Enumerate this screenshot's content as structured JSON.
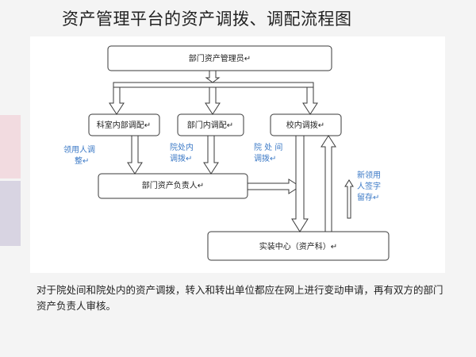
{
  "title": "资产管理平台的资产调拨、调配流程图",
  "boxes": {
    "admin": "部门资产管理员↵",
    "section": "科室内部调配↵",
    "dept": "部门内调配↵",
    "campus": "校内调拨↵",
    "owner": "部门资产负责人↵",
    "center": "实装中心（资产科）↵"
  },
  "notes": {
    "user_adjust": [
      "领用人调",
      "整↵"
    ],
    "within_hospital": [
      "院处内",
      "调拨↵"
    ],
    "between_hospitals": [
      "院 处 间",
      "调拨↵"
    ],
    "new_user_sign": [
      "新领用",
      "人签字",
      "留存↵"
    ]
  },
  "caption": "对于院处间和院处内的资产调拨，转入和转出单位都应在网上进行变动申请，再有双方的部门资产负责人审核。",
  "colors": {
    "stroke": "#3a3a3a",
    "note": "#3b79c6"
  }
}
